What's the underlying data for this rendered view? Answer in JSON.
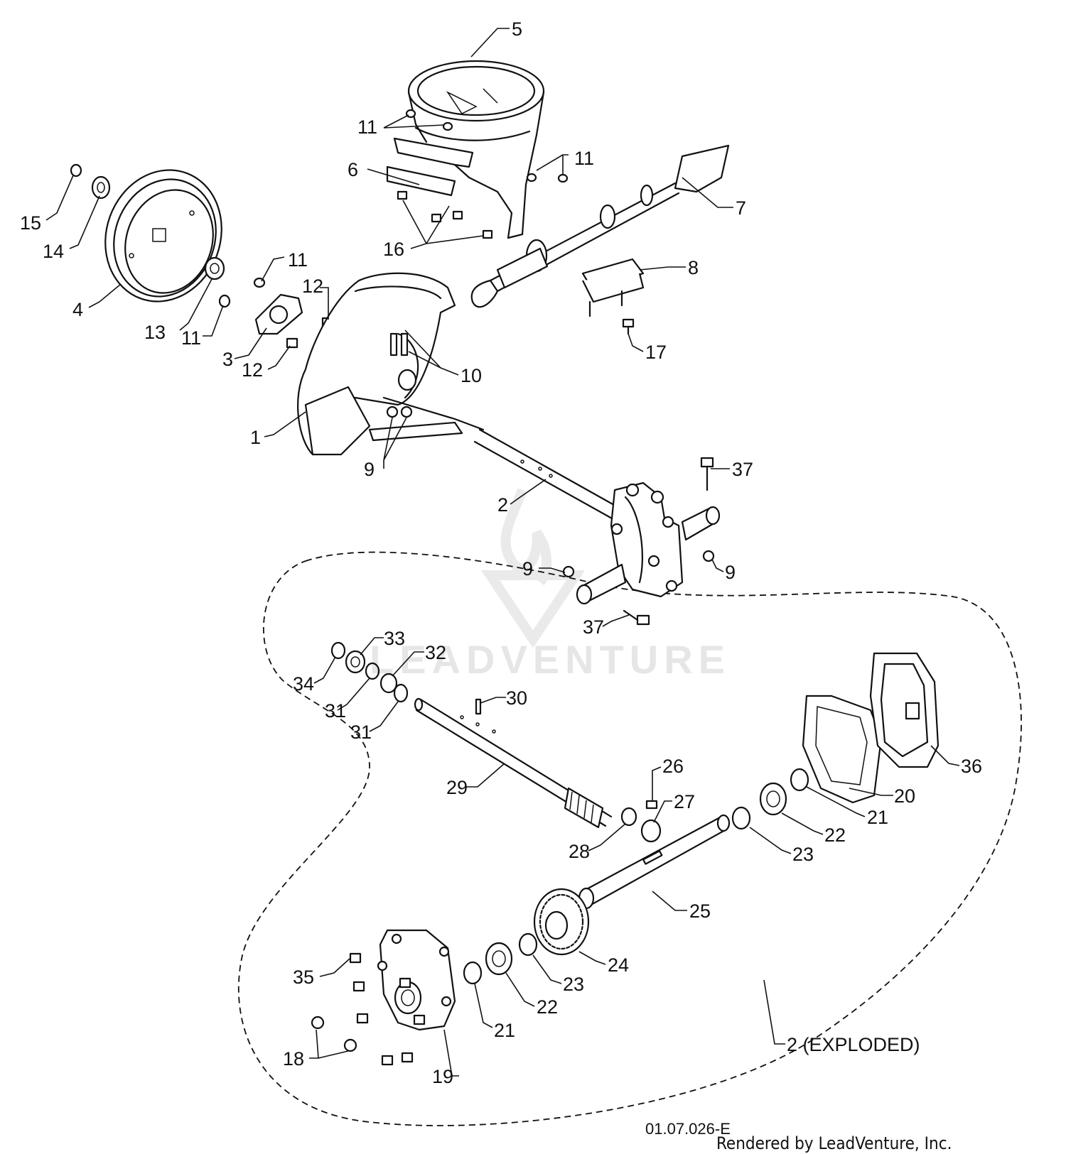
{
  "diagram": {
    "type": "exploded-parts-diagram",
    "drawing_number": "01.07.026-E",
    "credit": "Rendered by LeadVenture, Inc.",
    "watermark": "LEADVENTURE",
    "exploded_label": "2 (EXPLODED)",
    "callouts": {
      "c5": "5",
      "c11a": "11",
      "c11b": "11",
      "c11c": "11",
      "c11d": "11",
      "c6": "6",
      "c7": "7",
      "c15": "15",
      "c14": "14",
      "c4": "4",
      "c13": "13",
      "c16": "16",
      "c8": "8",
      "c12a": "12",
      "c12b": "12",
      "c3": "3",
      "c17": "17",
      "c10": "10",
      "c1": "1",
      "c9a": "9",
      "c9b": "9",
      "c9c": "9",
      "c37a": "37",
      "c37b": "37",
      "c2": "2",
      "c33": "33",
      "c32": "32",
      "c34": "34",
      "c30": "30",
      "c31a": "31",
      "c31b": "31",
      "c36": "36",
      "c26": "26",
      "c29": "29",
      "c27": "27",
      "c20": "20",
      "c21a": "21",
      "c22a": "22",
      "c28": "28",
      "c23a": "23",
      "c25": "25",
      "c24": "24",
      "c23b": "23",
      "c35": "35",
      "c22b": "22",
      "c21b": "21",
      "c18": "18",
      "c19": "19"
    }
  }
}
